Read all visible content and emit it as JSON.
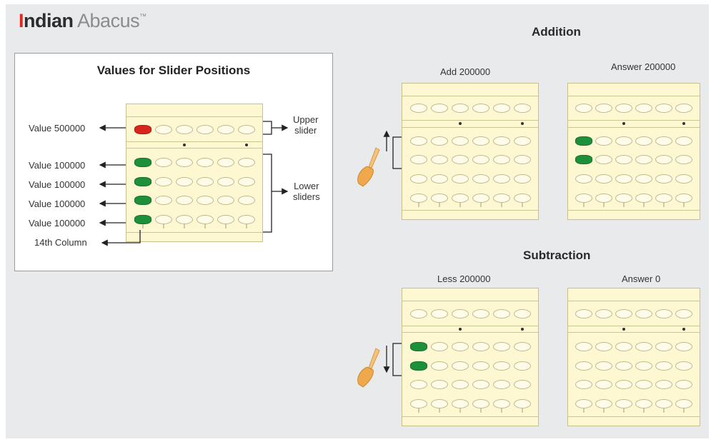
{
  "brand": {
    "part1": "I",
    "part2": "ndian",
    "part3": " Abacus",
    "tm": "™"
  },
  "legend": {
    "title": "Values for Slider Positions",
    "left_labels": [
      "Value 500000",
      "Value 100000",
      "Value 100000",
      "Value 100000",
      "Value 100000",
      "14th Column"
    ],
    "upper_label_1": "Upper",
    "upper_label_2": "slider",
    "lower_label_1": "Lower",
    "lower_label_2": "sliders"
  },
  "addition": {
    "heading": "Addition",
    "left_caption": "Add 200000",
    "right_caption": "Answer 200000",
    "left_lower_active": 0,
    "right_lower_active": 2
  },
  "subtraction": {
    "heading": "Subtraction",
    "left_caption": "Less 200000",
    "right_caption": "Answer 0",
    "left_lower_active": 2,
    "right_lower_active": 0
  },
  "colors": {
    "active_lower": "#1e8f3a",
    "active_upper": "#d8261e",
    "board": "#fdf7d2",
    "brand_accent": "#e0281f"
  }
}
